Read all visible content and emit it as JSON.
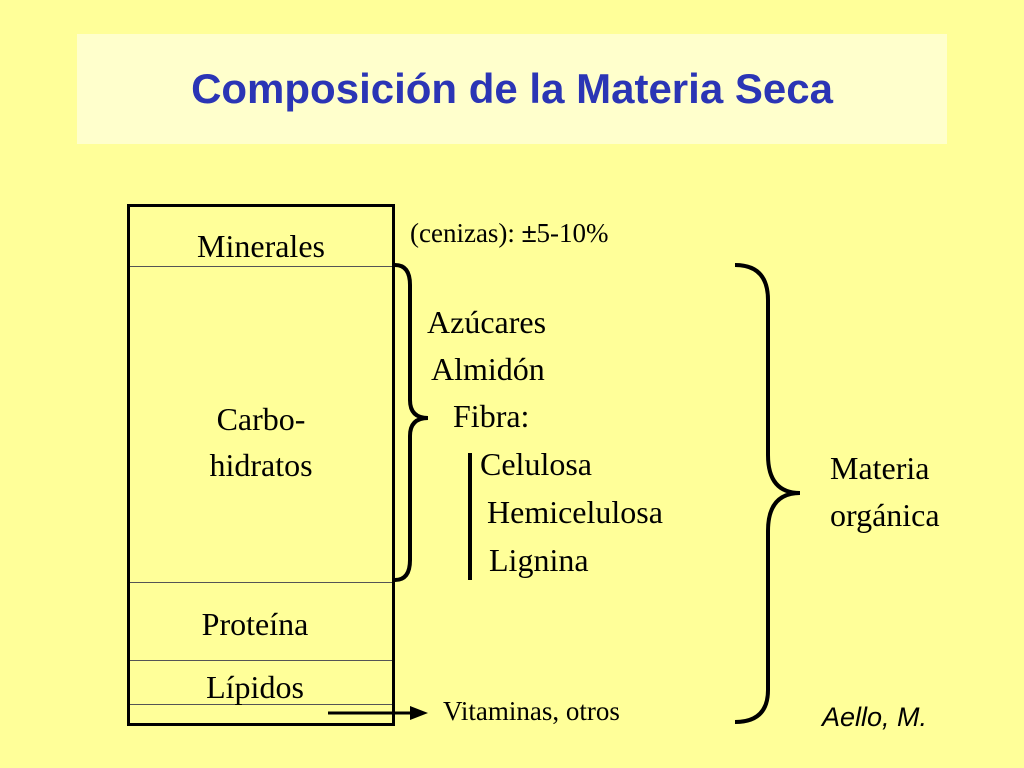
{
  "title": "Composición de la Materia Seca",
  "column": {
    "minerales": "Minerales",
    "carbo_line1": "Carbo-",
    "carbo_line2": "hidratos",
    "proteina": "Proteína",
    "lipidos": "Lípidos"
  },
  "cenizas": {
    "prefix": "(cenizas): ",
    "pm": "±",
    "value": "5-10%"
  },
  "carbohydrates": {
    "azucares": "Azúcares",
    "almidon": "Almidón",
    "fibra": "Fibra:",
    "celulosa": "Celulosa",
    "hemicelulosa": "Hemicelulosa",
    "lignina": "Lignina"
  },
  "materia_organica": {
    "line1": "Materia",
    "line2": "orgánica"
  },
  "vitaminas": "Vitaminas, otros",
  "author": "Aello, M.",
  "colors": {
    "background": "#FFFF99",
    "title_box": "#FFFFCC",
    "title_text": "#2B35B5"
  }
}
